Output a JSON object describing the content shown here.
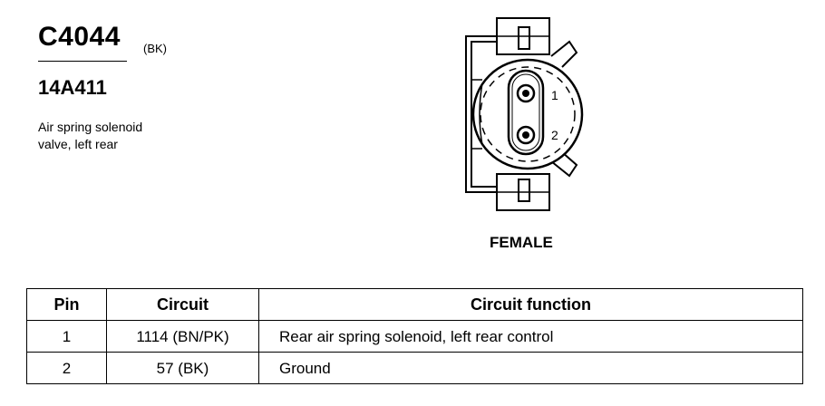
{
  "header": {
    "connector_id": "C4044",
    "connector_color": "(BK)",
    "part_number": "14A411",
    "description_line1": "Air spring solenoid",
    "description_line2": "valve, left rear"
  },
  "connector": {
    "gender": "FEMALE",
    "pin_labels": [
      "1",
      "2"
    ]
  },
  "table": {
    "headers": {
      "pin": "Pin",
      "circuit": "Circuit",
      "function": "Circuit function"
    },
    "rows": [
      {
        "pin": "1",
        "circuit": "1114 (BN/PK)",
        "function": "Rear air spring solenoid, left rear control"
      },
      {
        "pin": "2",
        "circuit": "57 (BK)",
        "function": "Ground"
      }
    ]
  }
}
